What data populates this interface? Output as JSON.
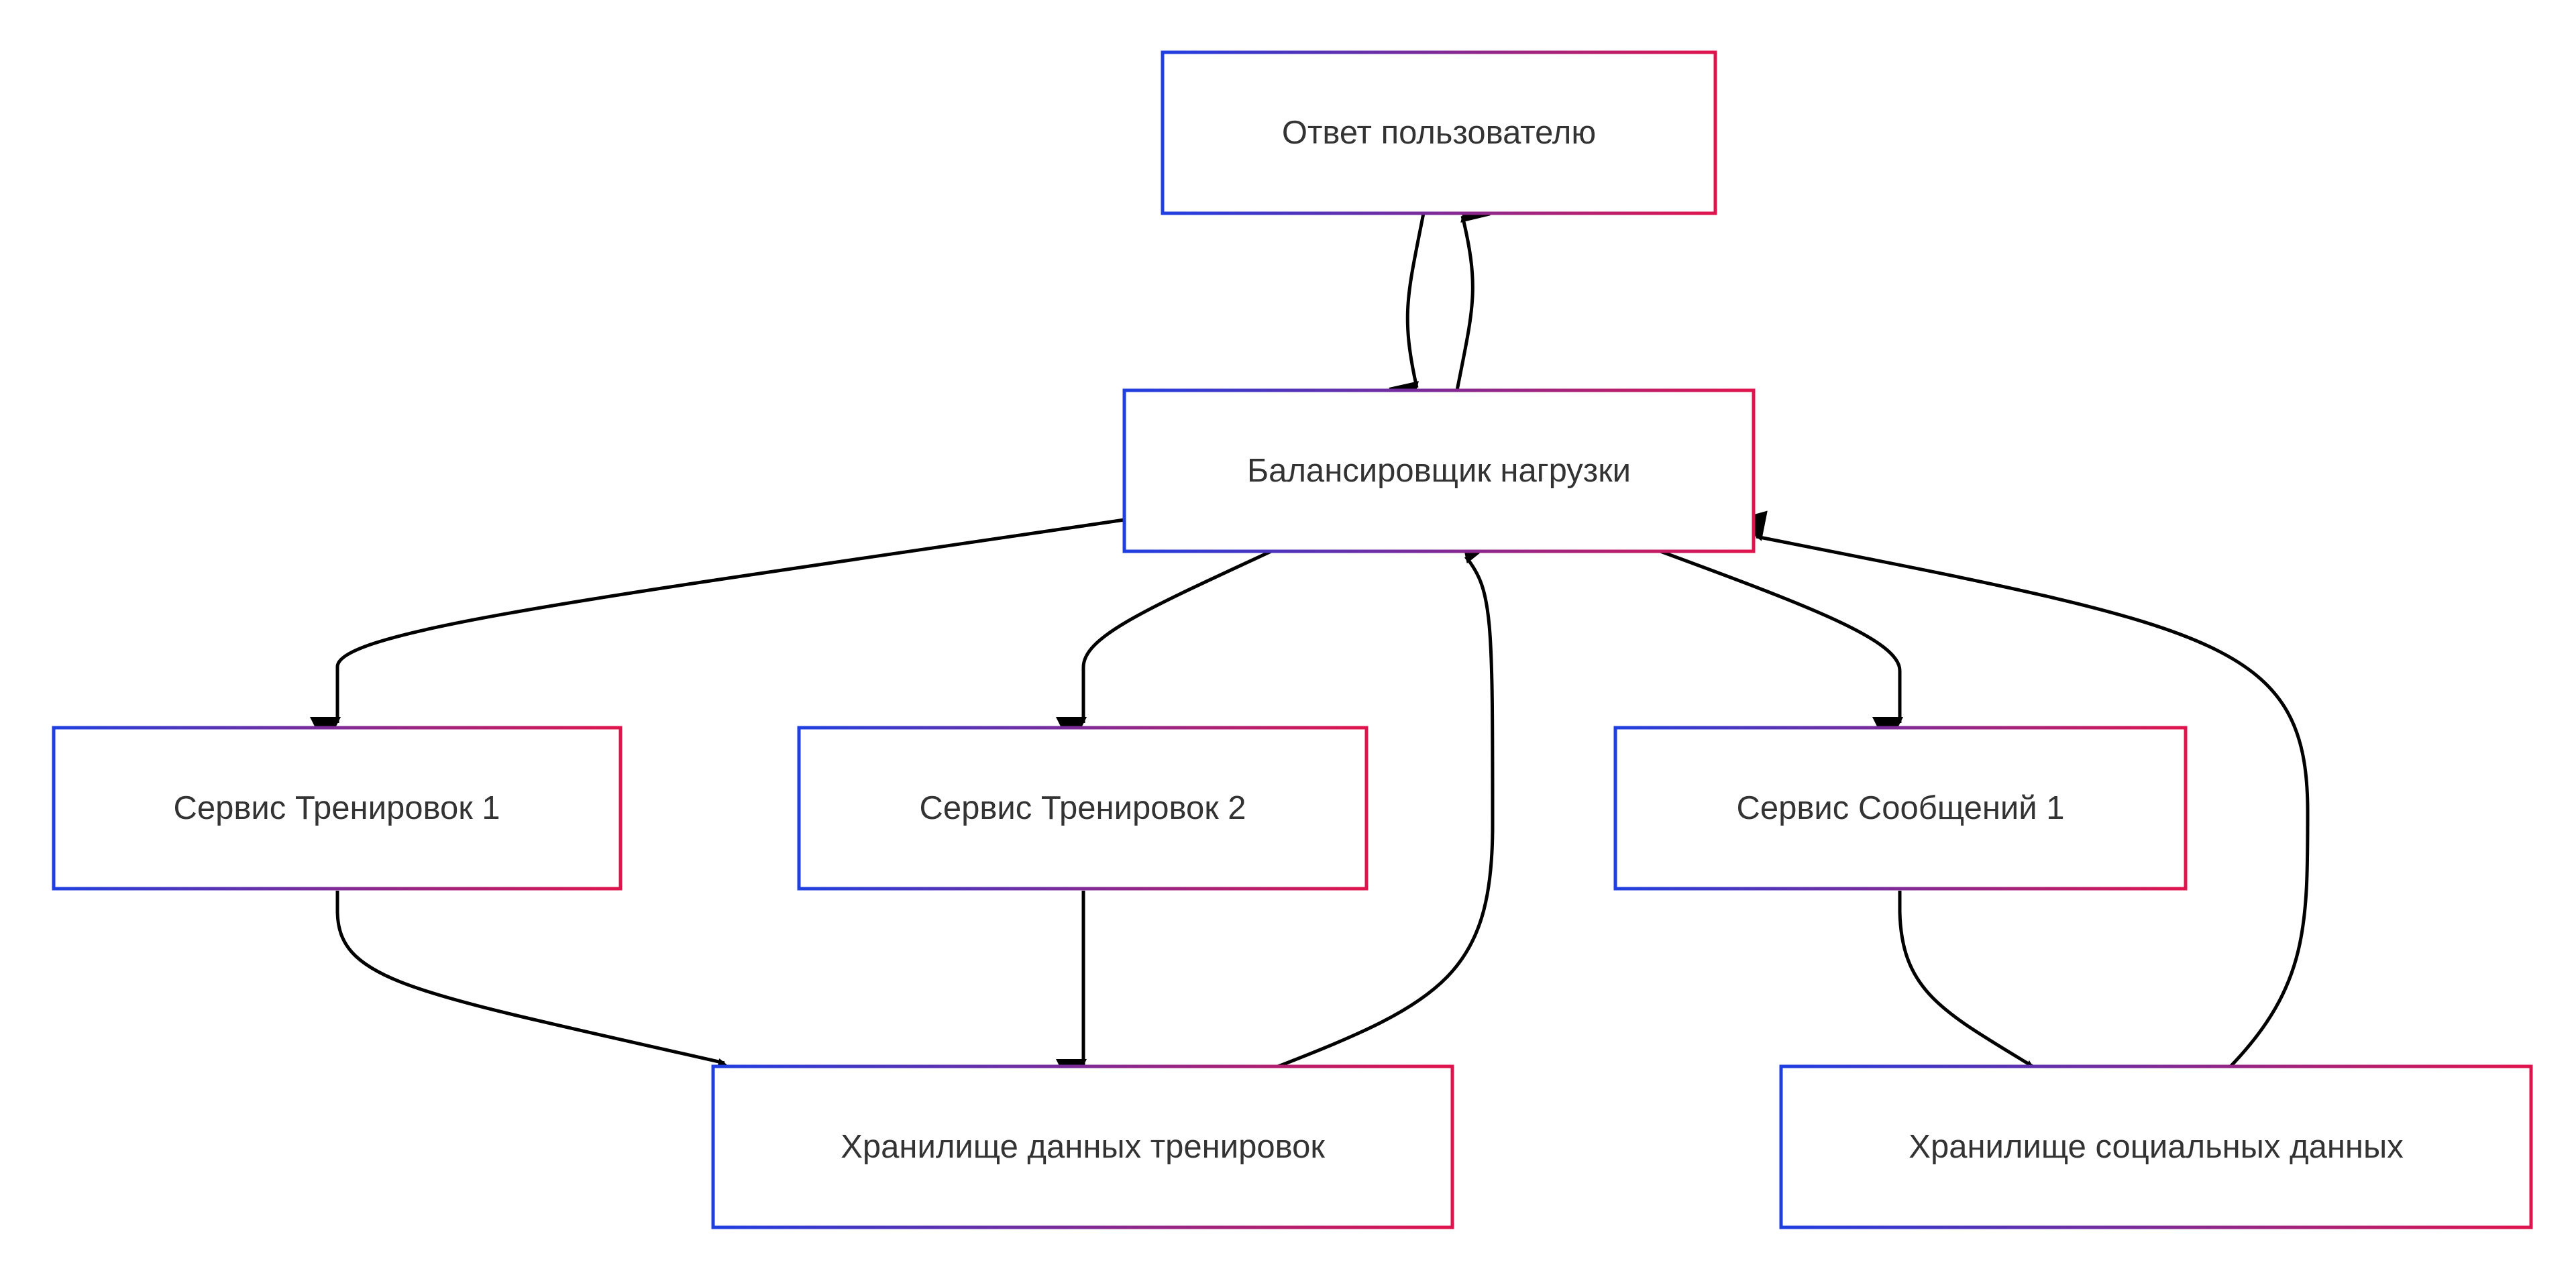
{
  "diagram": {
    "colors": {
      "border_gradient_start": "#1f3fe0",
      "border_gradient_end": "#e0144c",
      "node_fill": "#ffffff",
      "edge": "#000000",
      "text": "#333333"
    },
    "nodes": {
      "user_response": {
        "label": "Ответ пользователю"
      },
      "load_balancer": {
        "label": "Балансировщик нагрузки"
      },
      "training_service_1": {
        "label": "Сервис Тренировок 1"
      },
      "training_service_2": {
        "label": "Сервис Тренировок 2"
      },
      "message_service_1": {
        "label": "Сервис Сообщений 1"
      },
      "training_data_store": {
        "label": "Хранилище данных тренировок"
      },
      "social_data_store": {
        "label": "Хранилище социальных данных"
      }
    },
    "edges": [
      {
        "from": "user_response",
        "to": "load_balancer"
      },
      {
        "from": "load_balancer",
        "to": "user_response"
      },
      {
        "from": "load_balancer",
        "to": "training_service_1"
      },
      {
        "from": "load_balancer",
        "to": "training_service_2"
      },
      {
        "from": "load_balancer",
        "to": "message_service_1"
      },
      {
        "from": "training_service_1",
        "to": "training_data_store"
      },
      {
        "from": "training_service_2",
        "to": "training_data_store"
      },
      {
        "from": "training_data_store",
        "to": "load_balancer"
      },
      {
        "from": "message_service_1",
        "to": "social_data_store"
      },
      {
        "from": "social_data_store",
        "to": "load_balancer"
      }
    ]
  }
}
